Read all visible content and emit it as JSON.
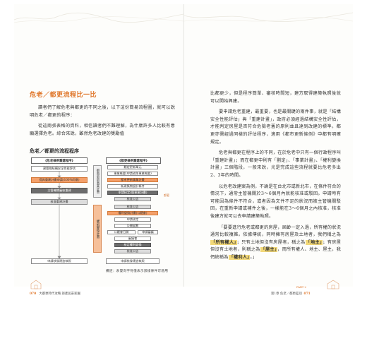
{
  "left_page": {
    "section_title": "危老／都更流程比一比",
    "paragraphs": [
      "讀者們了解危老與都更的不同之後，以下這份簡易流程圖，就可以說明危老／都更的程序：",
      "從這兩張表格的資料，相信讀者們不難理解，為什麼許多人比較有意願選擇危老。綜合來說，雖然危老改建的獎勵值"
    ],
    "chart_title": "危老／都更的流程程序",
    "weilao_header": "《危老條例重建程序》",
    "weilao_steps": [
      "建築物結構安全性能評估",
      "提具重建計畫申請(100%同意)",
      "主管機關審核重建",
      "核准重建計畫",
      "申請核發建造執照"
    ],
    "dugeng_header": "《都更條例重建程序》",
    "dugeng_top_steps": [
      "劃定更新單元",
      "事業概要(申請或免事業概要)",
      "都市更新事業計畫",
      "新建築物設計條件",
      "申請核定(擬事業計畫)",
      "核准公告"
    ],
    "dugeng_bottom_steps": [
      "核准公告",
      "權利變換計畫(公聽會)",
      "申請核定",
      "公開展覽",
      "公聽會召開",
      "審議會",
      "核定權利變換",
      "核准公告",
      "申請核發建造執照"
    ],
    "dugeng_sub_steps": [
      "申請審議",
      "權利價值"
    ],
    "vbar_top": "都市更新事業計畫",
    "vbar_bottom": "權利變換計畫",
    "side_note": "都更",
    "caption": "備註：表雙向字符僅表示該樣條件可適用",
    "footer_pageno": "070",
    "footer_title": "大都更時代攻略  辦產居安家園"
  },
  "right_page": {
    "paragraphs": [
      "比都更少，但是程序簡單、審核時間短，建方取得建築執照後就可以開始興建。",
      "要申請危老重建，最重要，也是最關鍵的兩件事，就是「結構安全性能評估」與「重建計畫」，政府必須經過結構安全性評估，才能判定房屋是否符合危險老舊的原則並且達到改建的標準。都更亦需經過同樣的評估程序，適用《都市更新條例》中都有明確規定。",
      "危老與都更在程序上的不同，在於危老中只有一個行政程序叫「重建計畫」；而在都更中則有「劃定」、「事業計畫」、「權利變換計畫」三個階段，一般來說，光是完成這些流程就要比危老多出2、3年的時間。",
      "以危老改建案為例，不論是在台北市或新北市，在條件符合的情況下，通常主管機關於3～6個月內就能核准或駁回。申請時有可能因為條件不符合，或者因為文件不足的狀況而被主管機關駁回，在重新申請或補件之後，一樣能在3～6個月之內核准，核准後建方就可以去申請建築執照。"
    ],
    "para_last_prefix": "「要要進行危老或都更的房屋，屆齡一定入過，所有權的狀況通常比較複雜。依據傳統，同時擁有房屋及土地者，我們稱之為",
    "hl_owner_all": "「所有權人」",
    "para_last_mid": "；只有土地但沒有房屋者，稱之為",
    "hl_landlord": "「地主」",
    "para_last_mid2": "；有房屋但沒有土地者，則稱之為",
    "hl_house": "「屋主」",
    "para_last_mid3": "，而所有權人、地主、屋主，我們統稱為",
    "hl_rights": "「權利人」",
    "para_last_suffix": "。」",
    "footer_part": "PART 2",
    "footer_chapter": "第1章  危老／都更差別",
    "footer_pageno": "071"
  },
  "colors": {
    "accent": "#e0772b",
    "highlight": "#f2d878"
  }
}
